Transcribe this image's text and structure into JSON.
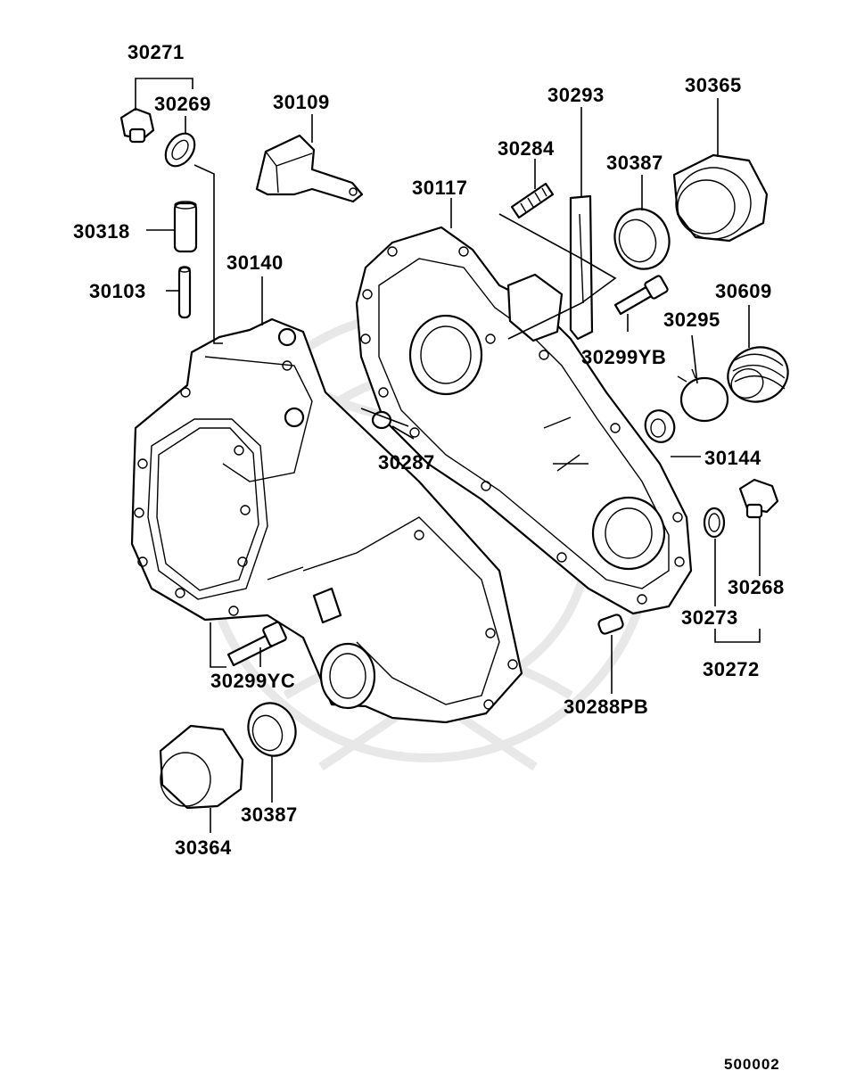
{
  "diagram_code": "500002",
  "parts": {
    "p30271": "30271",
    "p30269": "30269",
    "p30109": "30109",
    "p30318": "30318",
    "p30103": "30103",
    "p30140": "30140",
    "p30117": "30117",
    "p30284": "30284",
    "p30293": "30293",
    "p30387a": "30387",
    "p30365": "30365",
    "p30609": "30609",
    "p30299yb": "30299YB",
    "p30295": "30295",
    "p30144": "30144",
    "p30287": "30287",
    "p30268": "30268",
    "p30273": "30273",
    "p30272": "30272",
    "p30288pb": "30288PB",
    "p30299yc": "30299YC",
    "p30387b": "30387",
    "p30364": "30364"
  }
}
